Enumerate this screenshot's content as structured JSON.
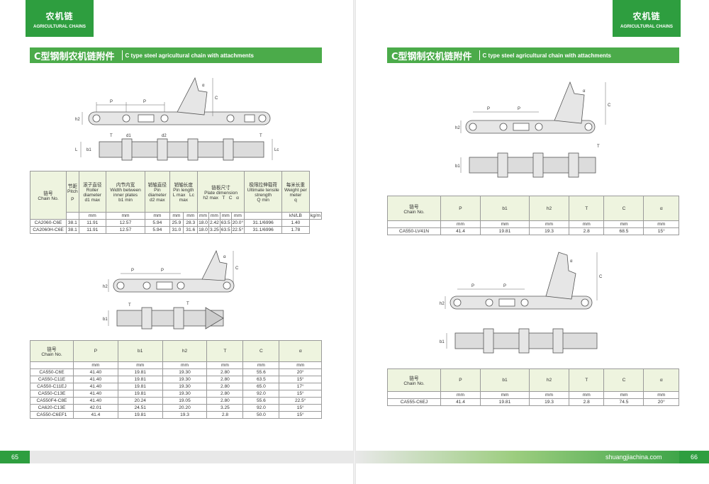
{
  "header": {
    "tag_cn": "农机链",
    "tag_en": "AGRICULTURAL CHAINS",
    "title_cn": "C型钢制农机链附件",
    "title_en": "C type steel agricultural chain with attachments"
  },
  "left": {
    "page_number": "65",
    "table1": {
      "headers_cn": [
        "链号",
        "节距",
        "滚子直径",
        "内节内宽",
        "销轴直径",
        "销轴长度",
        "链板尺寸",
        "极限拉伸载荷",
        "每米长重"
      ],
      "headers_en": [
        "Chain No.",
        "Pitch",
        "Roller diameter",
        "Width between inner plates",
        "Pin diameter",
        "Pin length",
        "Plate dimension",
        "Ultimate tensile strength",
        "Weight per meter"
      ],
      "symbols": [
        "P",
        "d1 max",
        "b1 min",
        "d2 max",
        "L max",
        "Lc max",
        "h2 max",
        "T",
        "C",
        "α",
        "Q min",
        "q"
      ],
      "units": [
        "mm",
        "mm",
        "mm",
        "mm",
        "mm",
        "mm",
        "mm",
        "mm",
        "mm",
        "",
        "kN/LB",
        "kg/m"
      ],
      "rows": [
        [
          "CA2060-C6E",
          "38.1",
          "11.91",
          "12.57",
          "5.94",
          "25.9",
          "28.3",
          "18.0",
          "2.42",
          "63.5",
          "20.0°",
          "31.1/6996",
          "1.40"
        ],
        [
          "CA2060H-C6E",
          "38.1",
          "11.91",
          "12.57",
          "5.94",
          "31.0",
          "31.6",
          "18.0",
          "3.25",
          "63.5",
          "22.5°",
          "31.1/6996",
          "1.78"
        ]
      ]
    },
    "table2": {
      "header_cn": "链号",
      "header_en": "Chain No.",
      "cols": [
        "P",
        "b1",
        "h2",
        "T",
        "C",
        "α"
      ],
      "units": [
        "mm",
        "mm",
        "mm",
        "mm",
        "mm",
        "mm"
      ],
      "rows": [
        [
          "CA550-C6E",
          "41.40",
          "19.81",
          "19.30",
          "2.80",
          "55.6",
          "20°"
        ],
        [
          "CA550-C11E",
          "41.40",
          "19.81",
          "19.30",
          "2.80",
          "63.5",
          "15°"
        ],
        [
          "CA550-C11EJ",
          "41.40",
          "19.81",
          "19.30",
          "2.80",
          "65.0",
          "17°"
        ],
        [
          "CA550-C13E",
          "41.40",
          "19.81",
          "19.30",
          "2.80",
          "92.0",
          "15°"
        ],
        [
          "CA550F4-C8E",
          "41.40",
          "20.24",
          "19.05",
          "2.80",
          "55.6",
          "22.5°"
        ],
        [
          "CA620-C13E",
          "42.01",
          "24.51",
          "20.20",
          "3.25",
          "92.0",
          "15°"
        ],
        [
          "CA550-C6EF1",
          "41.4",
          "19.81",
          "19.3",
          "2.8",
          "50.0",
          "15°"
        ]
      ]
    }
  },
  "right": {
    "page_number": "66",
    "website": "shuangjiachina.com",
    "table1": {
      "header_cn": "链号",
      "header_en": "Chain No.",
      "cols": [
        "P",
        "b1",
        "h2",
        "T",
        "C",
        "α"
      ],
      "units": [
        "mm",
        "mm",
        "mm",
        "mm",
        "mm",
        "mm"
      ],
      "rows": [
        [
          "CA550-LV41N",
          "41.4",
          "19.81",
          "19.3",
          "2.8",
          "68.5",
          "15°"
        ]
      ]
    },
    "table2": {
      "header_cn": "链号",
      "header_en": "Chain No.",
      "cols": [
        "P",
        "b1",
        "h2",
        "T",
        "C",
        "α"
      ],
      "units": [
        "mm",
        "mm",
        "mm",
        "mm",
        "mm",
        "mm"
      ],
      "rows": [
        [
          "CA555-C6EJ",
          "41.4",
          "19.81",
          "19.3",
          "2.8",
          "74.5",
          "20°"
        ]
      ]
    }
  },
  "drawing_labels": {
    "P": "P",
    "C": "C",
    "a": "α",
    "h2": "h2",
    "T": "T",
    "b1": "b1",
    "d1": "d1",
    "d2": "d2",
    "L": "L",
    "Lc": "Lc"
  },
  "colors": {
    "brand_green": "#2e9e3f",
    "title_green": "#4bab4a",
    "header_fill": "#eef4df"
  }
}
